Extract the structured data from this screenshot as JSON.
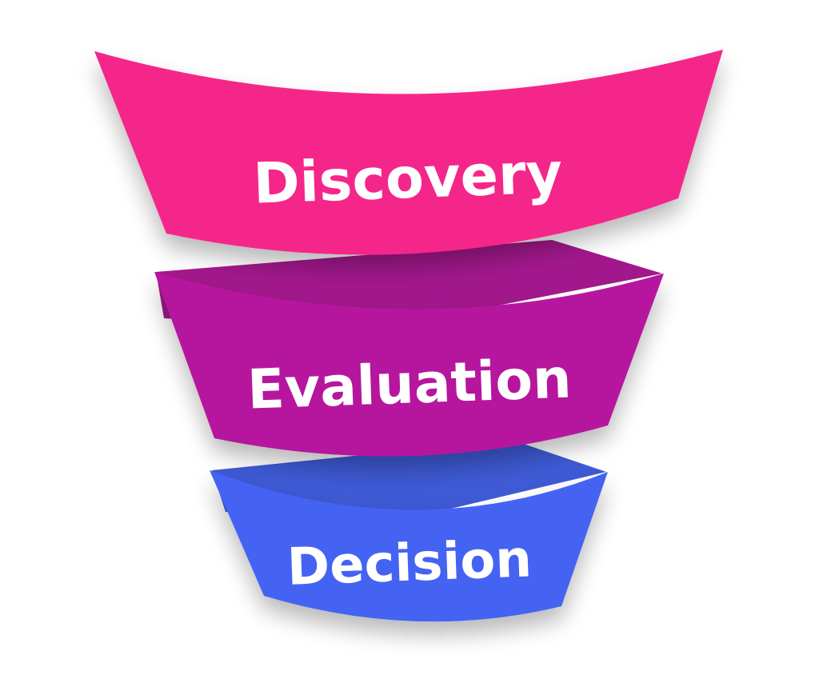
{
  "funnel": {
    "stages": [
      {
        "label": "Discovery",
        "color": "#F5288A",
        "shade": "#A2188C"
      },
      {
        "label": "Evaluation",
        "color": "#B6179E",
        "shade": "#3E5AD4"
      },
      {
        "label": "Decision",
        "color": "#4463F2"
      }
    ]
  }
}
